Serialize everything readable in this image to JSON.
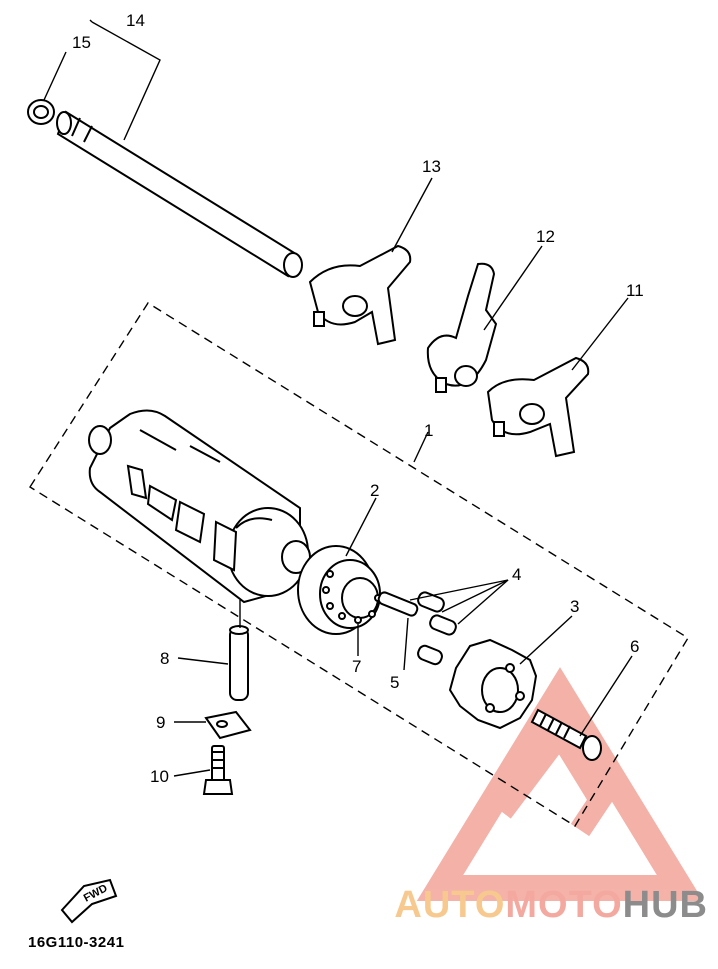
{
  "diagram": {
    "part_code": "16G110-3241",
    "fwd_label": "FWD",
    "callouts": [
      {
        "id": "c1",
        "text": "1"
      },
      {
        "id": "c2",
        "text": "2"
      },
      {
        "id": "c3",
        "text": "3"
      },
      {
        "id": "c4",
        "text": "4"
      },
      {
        "id": "c5",
        "text": "5"
      },
      {
        "id": "c6",
        "text": "6"
      },
      {
        "id": "c7",
        "text": "7"
      },
      {
        "id": "c8",
        "text": "8"
      },
      {
        "id": "c9",
        "text": "9"
      },
      {
        "id": "c10",
        "text": "10"
      },
      {
        "id": "c11",
        "text": "11"
      },
      {
        "id": "c12",
        "text": "12"
      },
      {
        "id": "c13",
        "text": "13"
      },
      {
        "id": "c14",
        "text": "14"
      },
      {
        "id": "c15",
        "text": "15"
      }
    ]
  },
  "watermark": {
    "word1": "AUTO",
    "word2": "MOTO",
    "word3": "HUB",
    "colors": {
      "auto": "#f7c98e",
      "moto": "#f4a9a0",
      "hub": "#8c8c8c",
      "triangle": "#f2a49a"
    }
  }
}
